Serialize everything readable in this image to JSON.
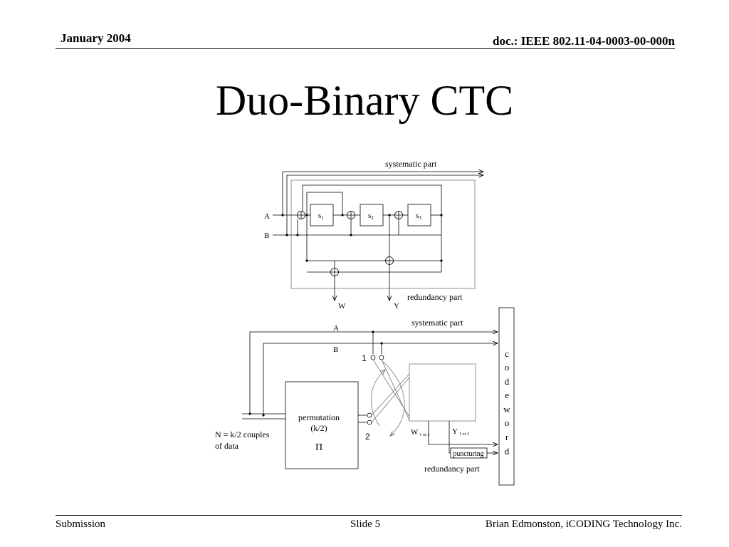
{
  "header": {
    "date": "January 2004",
    "doc_id": "doc.: IEEE 802.11-04-0003-00-000n"
  },
  "title": "Duo-Binary CTC",
  "encoder": {
    "systematic_label": "systematic part",
    "redundancy_label": "redundancy part",
    "input_a": "A",
    "input_b": "B",
    "state_1": "s",
    "state_1_sub": "1",
    "state_2": "s",
    "state_2_sub": "2",
    "state_3": "s",
    "state_3_sub": "3",
    "output_w": "W",
    "output_y": "Y"
  },
  "turbo": {
    "input_a": "A",
    "input_b": "B",
    "systematic_label": "systematic part",
    "switch_1": "1",
    "switch_2": "2",
    "permutation_line1": "permutation",
    "permutation_line2": "(k/2)",
    "permutation_symbol": "Π",
    "data_line1": "N = k/2 couples",
    "data_line2": "of data",
    "w_label": "W",
    "w_sub": "1 or 2",
    "y_label": "Y",
    "y_sub": "1 or 2",
    "puncturing": "puncturing",
    "redundancy_label": "redundancy part",
    "codeword_letters": [
      "c",
      "o",
      "d",
      "e",
      "w",
      "o",
      "r",
      "d"
    ]
  },
  "footer": {
    "left": "Submission",
    "center": "Slide 5",
    "right": "Brian Edmonston, iCODING Technology Inc."
  }
}
